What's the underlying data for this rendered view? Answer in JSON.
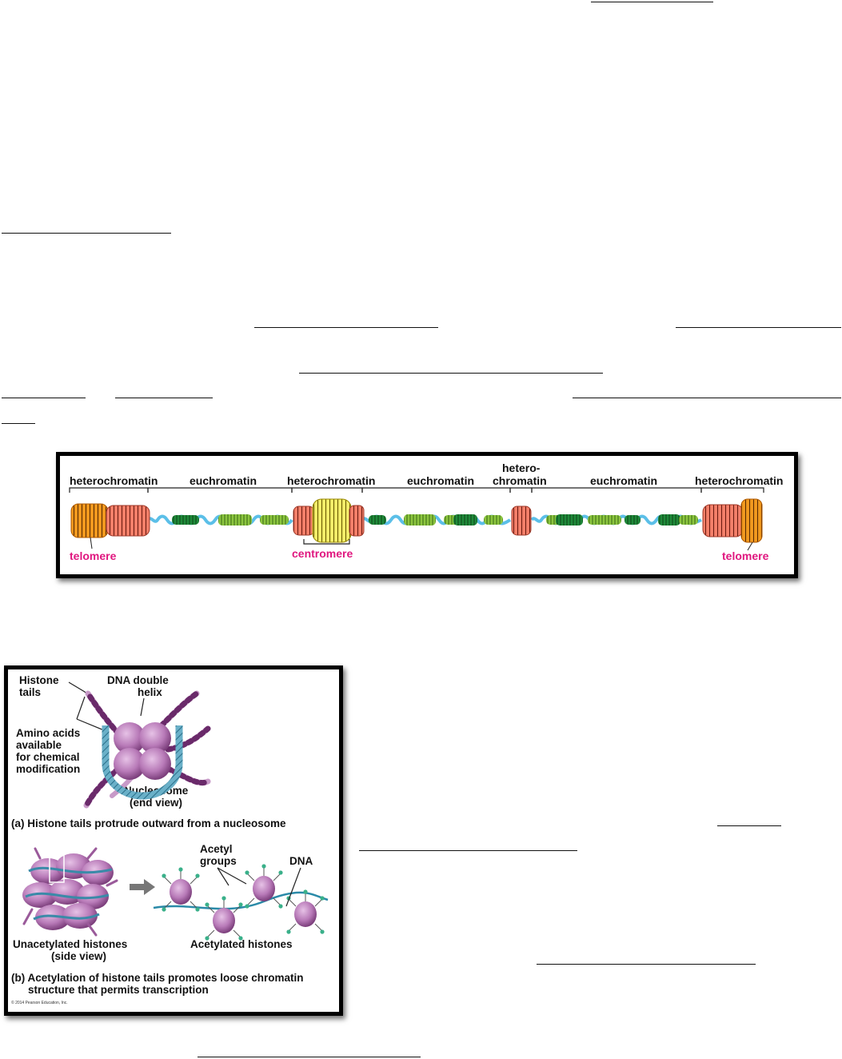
{
  "chromosome_figure": {
    "region_labels": [
      "heterochromatin",
      "euchromatin",
      "heterochromatin",
      "euchromatin",
      "euchromatin",
      "heterochromatin"
    ],
    "hetero_split_line1": "hetero-",
    "hetero_split_line2": "chromatin",
    "telomere_left": "telomere",
    "centromere": "centromere",
    "telomere_right": "telomere"
  },
  "histone_figure": {
    "histone_tails_line1": "Histone",
    "histone_tails_line2": "tails",
    "dna_helix_line1": "DNA double",
    "dna_helix_line2": "helix",
    "amino_line1": "Amino acids",
    "amino_line2": "available",
    "amino_line3": "for chemical",
    "amino_line4": "modification",
    "nucleosome_line1": "Nucleosome",
    "nucleosome_line2": "(end view)",
    "caption_a": "(a) Histone tails protrude outward from a nucleosome",
    "acetyl_line1": "Acetyl",
    "acetyl_line2": "groups",
    "dna_label": "DNA",
    "unacetylated_line1": "Unacetylated histones",
    "unacetylated_line2": "(side view)",
    "acetylated": "Acetylated histones",
    "caption_b_line1": "(b) Acetylation of histone tails promotes loose chromatin",
    "caption_b_line2": "structure that permits transcription",
    "copyright": "© 2014 Pearson Education, Inc."
  },
  "colors": {
    "telomere": "#f29a1f",
    "heterochromatin": "#f4806a",
    "centromere": "#f3ee6a",
    "dna": "#5bbfe8",
    "euchromatin_dark": "#1f8a3a",
    "euchromatin_light": "#8cc63f",
    "label_pink": "#e0167f",
    "histone": "#b87ab8"
  }
}
